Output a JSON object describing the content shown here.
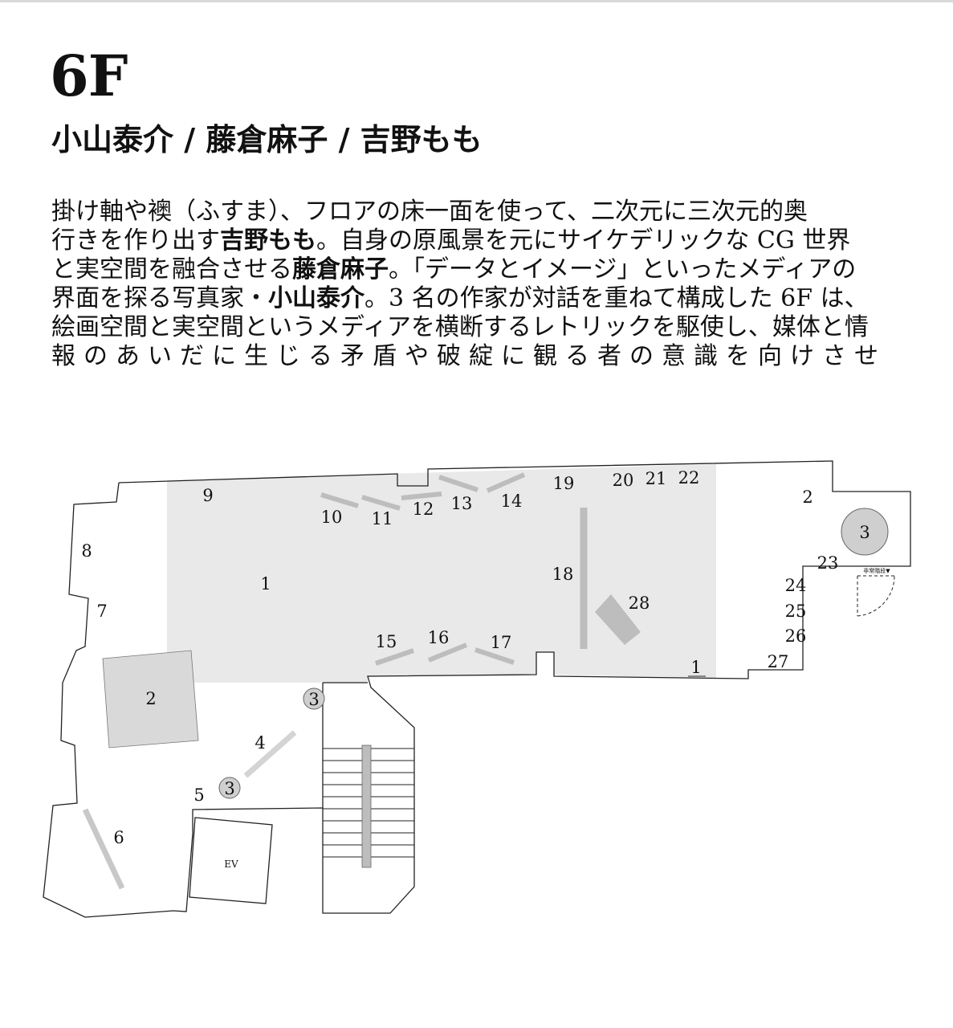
{
  "header": {
    "floor": "6F",
    "artists": "小山泰介 / 藤倉麻子 / 吉野もも"
  },
  "description": {
    "line1": "掛け軸や襖（ふすま）、フロアの床一面を使って、二次元に三次元的奥",
    "line2_a": "行きを作り出す",
    "line2_b": "吉野もも",
    "line2_c": "。自身の原風景を元にサイケデリックな CG 世界",
    "line3_a": "と実空間を融合させる",
    "line3_b": "藤倉麻子",
    "line3_c": "。「データとイメージ」といったメディアの",
    "line4_a": "界面を探る写真家・",
    "line4_b": "小山泰介",
    "line4_c": "。3 名の作家が対話を重ねて構成した 6F は、",
    "line5": "絵画空間と実空間というメディアを横断するレトリックを駆使し、媒体と情",
    "line6": "報のあいだに生じる矛盾や破綻に観る者の意識を向けさせる。"
  },
  "map": {
    "labels": {
      "n1": "1",
      "n1b": "1",
      "n2": "2",
      "n2b": "2",
      "n3a": "3",
      "n3b": "3",
      "n3c": "3",
      "n4": "4",
      "n5": "5",
      "n6": "6",
      "n7": "7",
      "n8": "8",
      "n9": "9",
      "n10": "10",
      "n11": "11",
      "n12": "12",
      "n13": "13",
      "n14": "14",
      "n15": "15",
      "n16": "16",
      "n17": "17",
      "n18": "18",
      "n19": "19",
      "n20": "20",
      "n21": "21",
      "n22": "22",
      "n23": "23",
      "n24": "24",
      "n25": "25",
      "n26": "26",
      "n27": "27",
      "n28": "28",
      "ev": "EV",
      "exit": "非常階段▼"
    },
    "colors": {
      "area_fill": "#e9e9e9",
      "wall_piece": "#bdbdbd",
      "circle_fill": "#cfcfcf",
      "outline": "#222222"
    }
  }
}
